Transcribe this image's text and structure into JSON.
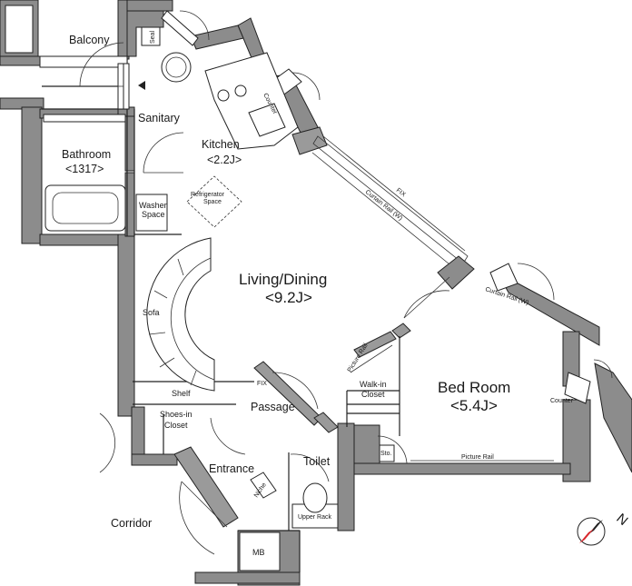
{
  "rooms": {
    "balcony": "Balcony",
    "sanitary": "Sanitary",
    "kitchen": "Kitchen",
    "kitchen_size": "<2.2J>",
    "bathroom": "Bathroom",
    "bathroom_size": "<1317>",
    "living": "Living/Dining",
    "living_size": "<9.2J>",
    "bedroom": "Bed Room",
    "bedroom_size": "<5.4J>",
    "passage": "Passage",
    "entrance": "Entrance",
    "toilet": "Toilet",
    "corridor": "Corridor"
  },
  "fixtures": {
    "washer": "Washer",
    "washer_2": "Space",
    "refrigerator": "Refrigerator",
    "refrigerator_2": "Space",
    "sofa": "Sofa",
    "shelf": "Shelf",
    "shoes_in": "Shoes-in",
    "shoes_in_2": "Closet",
    "walkin": "Walk-in",
    "walkin_2": "Closet",
    "sto": "Sto.",
    "mb": "MB",
    "upper_rack": "Upper Rack",
    "niche": "Niche",
    "counter_kitchen": "Counter",
    "counter_bed": "Counter",
    "fix_window": "FIX",
    "fix_passage": "FIX",
    "curtain_rail_w": "Curtain Rail (W)",
    "curtain_rail_w2": "Curtain Rail (W)",
    "picture_rail_1": "Picture Rail",
    "picture_rail_2": "Picture Rail",
    "small_box": "Seal"
  },
  "compass": {
    "label": "N"
  }
}
